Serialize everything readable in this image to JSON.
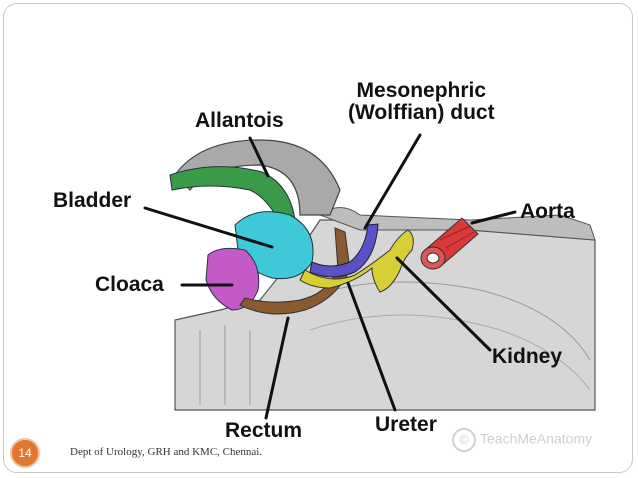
{
  "slide": {
    "labels": {
      "mesonephric": "Mesonephric\n(Wolffian) duct",
      "allantois": "Allantois",
      "bladder": "Bladder",
      "aorta": "Aorta",
      "cloaca": "Cloaca",
      "kidney": "Kidney",
      "rectum": "Rectum",
      "ureter": "Ureter"
    },
    "footer": "Dept of Urology, GRH and KMC, Chennai.",
    "page_number": "14",
    "watermark": "TeachMeAnatomy",
    "colors": {
      "allantois": "#3a9a48",
      "bladder": "#3ec8d8",
      "cloaca": "#c45ac8",
      "mesonephric_duct": "#5a50c8",
      "kidney_ureter": "#d6cf35",
      "aorta": "#d83a3a",
      "rectum": "#8a5a30",
      "accent": "#e3772d"
    }
  }
}
